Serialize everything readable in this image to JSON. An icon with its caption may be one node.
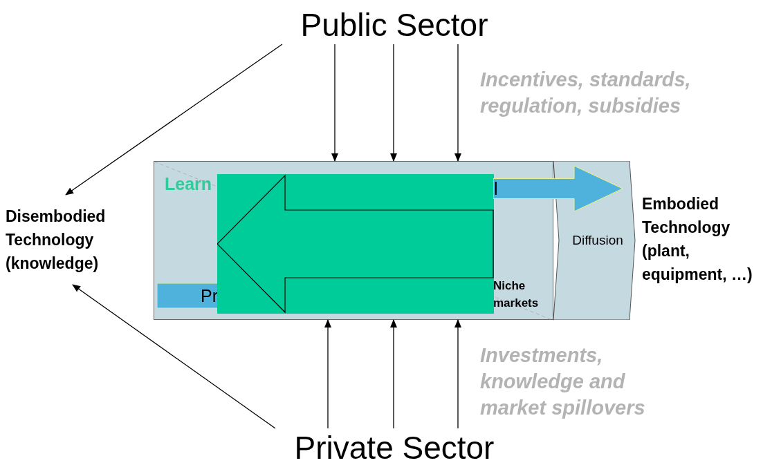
{
  "diagram": {
    "nodes": [
      {
        "text": [
          "Public Sector"
        ]
      },
      {
        "text": [
          "Disembodied Technology (knowledge)"
        ]
      },
      {
        "text": [
          "Embodied Technology (plant, equipment, …)"
        ]
      },
      {
        "text": [
          "Private Sector"
        ]
      },
      {
        "text": [],
        "shape": "box"
      },
      {
        "text": [
          "l"
        ]
      },
      {
        "text": [
          "Pr"
        ],
        "in": 4
      },
      {
        "text": [
          "Diffusion"
        ]
      }
    ],
    "edges": [
      {
        "from": 0,
        "to": 1,
        "arrow": "to"
      },
      {
        "from": 0,
        "to": 4,
        "arrow": "to"
      },
      {
        "from": 0,
        "to": 4,
        "arrow": "to"
      },
      {
        "from": 0,
        "to": 4,
        "arrow": "to"
      },
      {
        "from": 3,
        "to": 1,
        "arrow": "to"
      },
      {
        "from": 3,
        "to": 4,
        "arrow": "to"
      },
      {
        "from": 3,
        "to": 4,
        "arrow": "to"
      },
      {
        "from": 3,
        "to": 4,
        "arrow": "to"
      }
    ],
    "labels": [
      "Incentives, standards, regulation, subsidies",
      "Learn",
      "Niche markets",
      "Investments, knowledge and market spillovers"
    ]
  }
}
